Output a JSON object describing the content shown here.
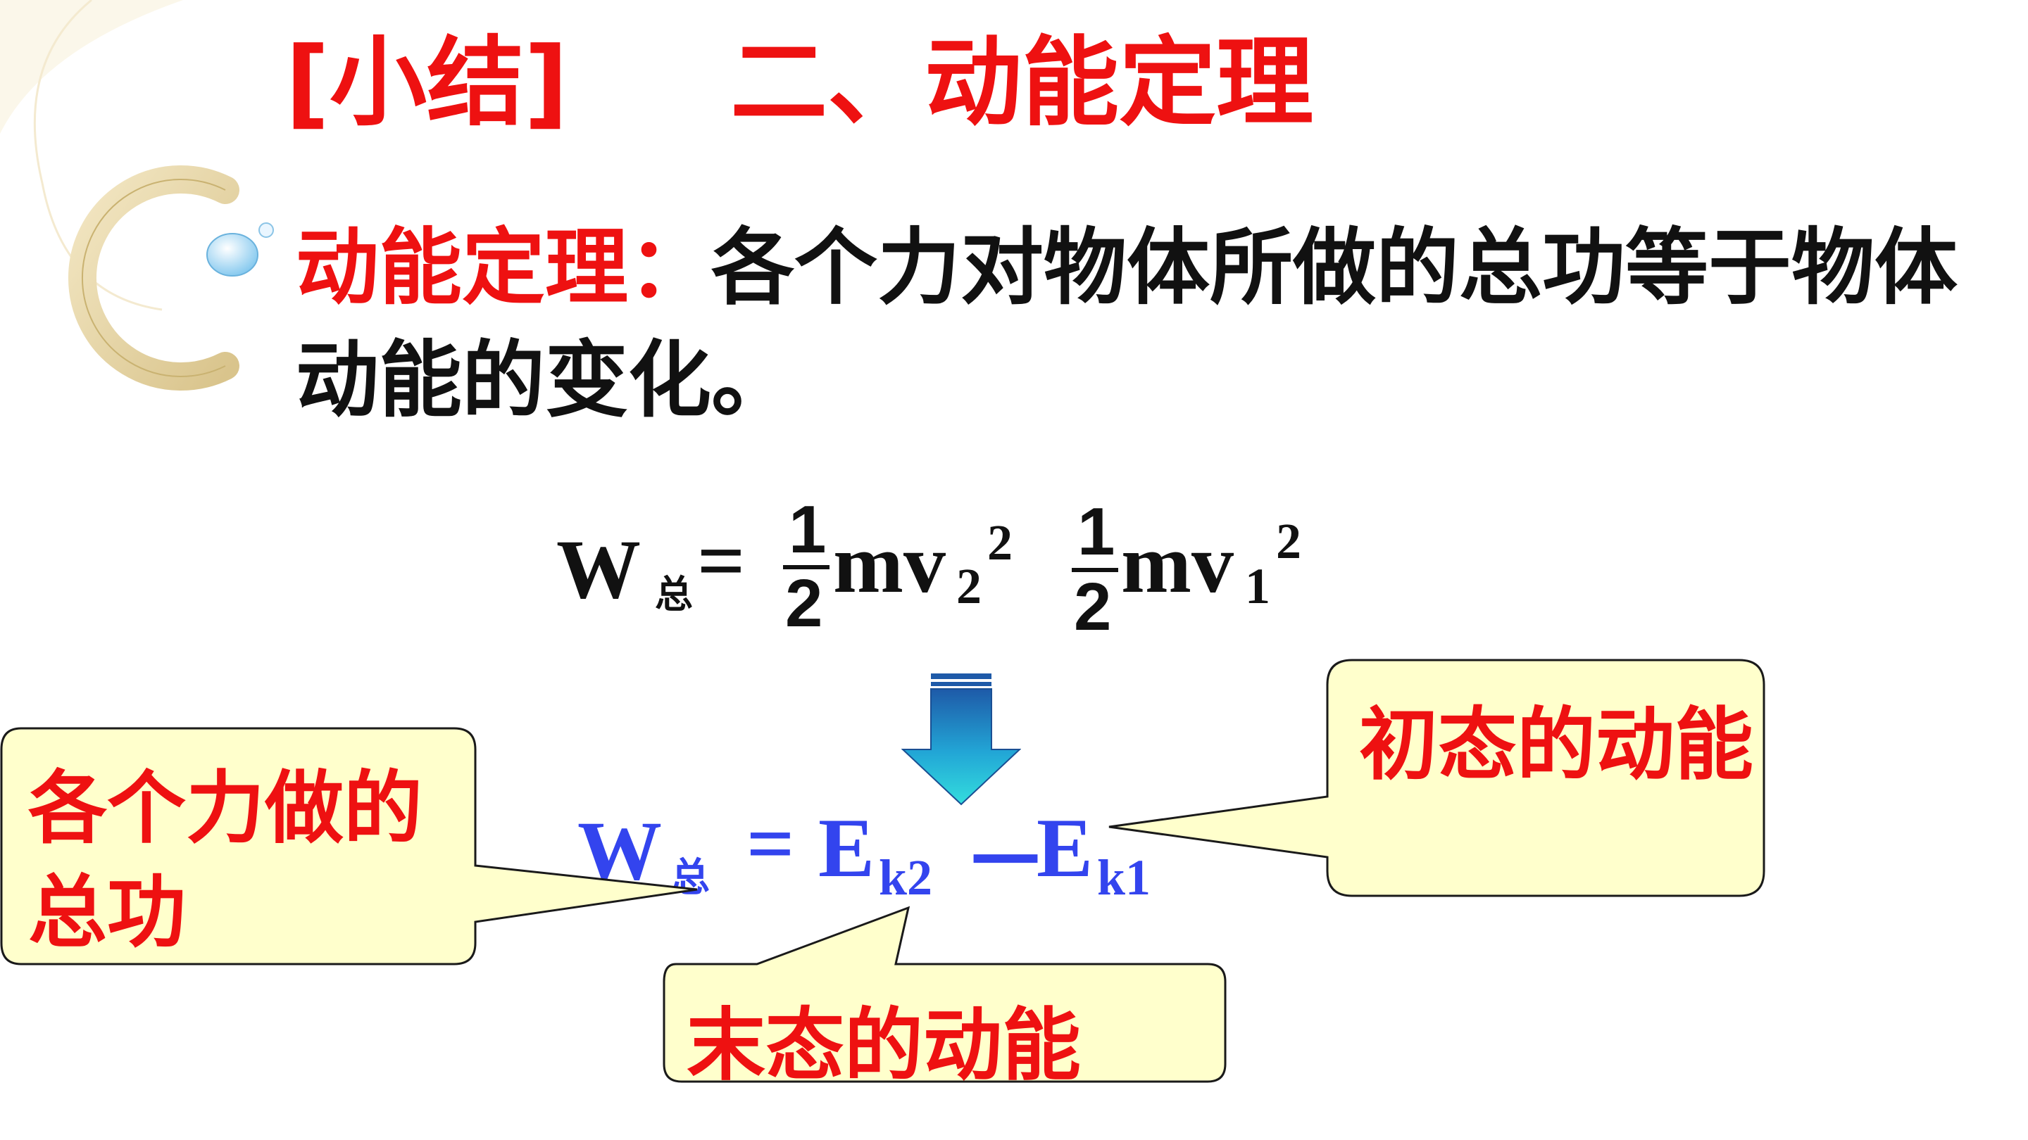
{
  "slide": {
    "title_bracket": "[小结]",
    "title_chapter": "二、动能定理",
    "theorem_term": "动能定理：",
    "theorem_text": "各个力对物体所做的总功等于物体动能的变化。"
  },
  "formula_top": {
    "w": "W",
    "w_sub": "总",
    "eq": "=",
    "frac1_num": "1",
    "frac1_den": "2",
    "term1": "mv",
    "term1_sub": "2",
    "term1_sup": "2",
    "frac2_num": "1",
    "frac2_den": "2",
    "term2": "mv",
    "term2_sub": "1",
    "term2_sup": "2"
  },
  "formula_bottom": {
    "w": "W",
    "w_sub": "总",
    "eq": "=",
    "e1": "E",
    "e1_sub": "k2",
    "minus": "－",
    "e2": "E",
    "e2_sub": "k1"
  },
  "callouts": {
    "total_work": "各个力做的总功",
    "initial_ke": "初态的动能",
    "final_ke": "末态的动能"
  },
  "colors": {
    "title": "#ee1111",
    "formula_blue": "#3344ee",
    "callout_fill": "#ffffcc",
    "arrow_top": "#1e5aa8",
    "arrow_bottom": "#33dddd"
  }
}
